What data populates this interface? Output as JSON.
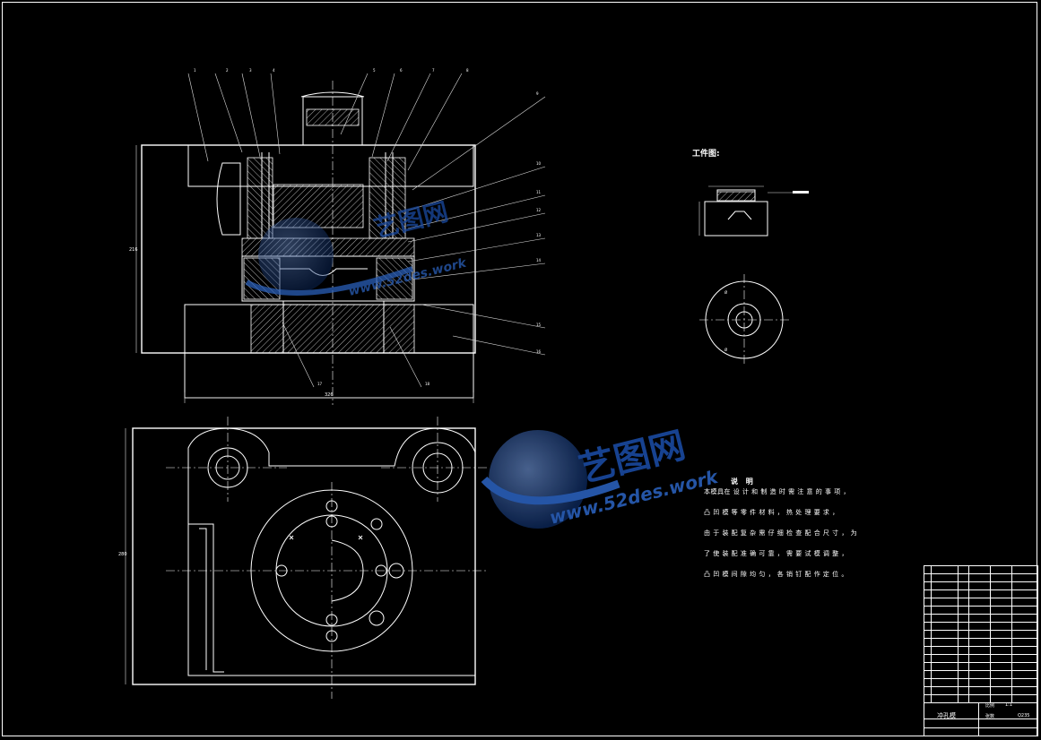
{
  "drawing": {
    "workpiece_title": "工件图:",
    "notes_title": "说  明",
    "notes": [
      "本模具在 设 计 和 制 造 时 需 注 意 的 事 项 ，",
      "凸 凹 模 等 零 件 材 料 ， 热 处 理 要 求 ，",
      "由 于 装 配 复 杂 需 仔 细 检 查 配 合 尺 寸 ， 为",
      "了 使 装 配 准 确 可 靠 ， 需 要 试 模 调 整 ，",
      "凸 凹 模 间 隙 均 匀 ， 各 销 钉 配 作 定 位 。"
    ],
    "part_numbers": [
      "1",
      "2",
      "3",
      "4",
      "5",
      "6",
      "7",
      "8",
      "9",
      "10",
      "11",
      "12",
      "13",
      "14",
      "15",
      "16",
      "17",
      "18"
    ],
    "dim_total_width": "326",
    "dim_height": "216",
    "dim_plan_height": "280"
  },
  "title_block": {
    "drawing_name": "冲孔模",
    "scale_label": "比例",
    "scale": "1:1",
    "sheet_label": "张数",
    "material": "Q235"
  },
  "watermark": {
    "logo_text": "艺图网",
    "url_text": "www.52des.work"
  },
  "colors": {
    "background": "#000000",
    "lines": "#ffffff",
    "watermark": "#1a4aa0"
  }
}
